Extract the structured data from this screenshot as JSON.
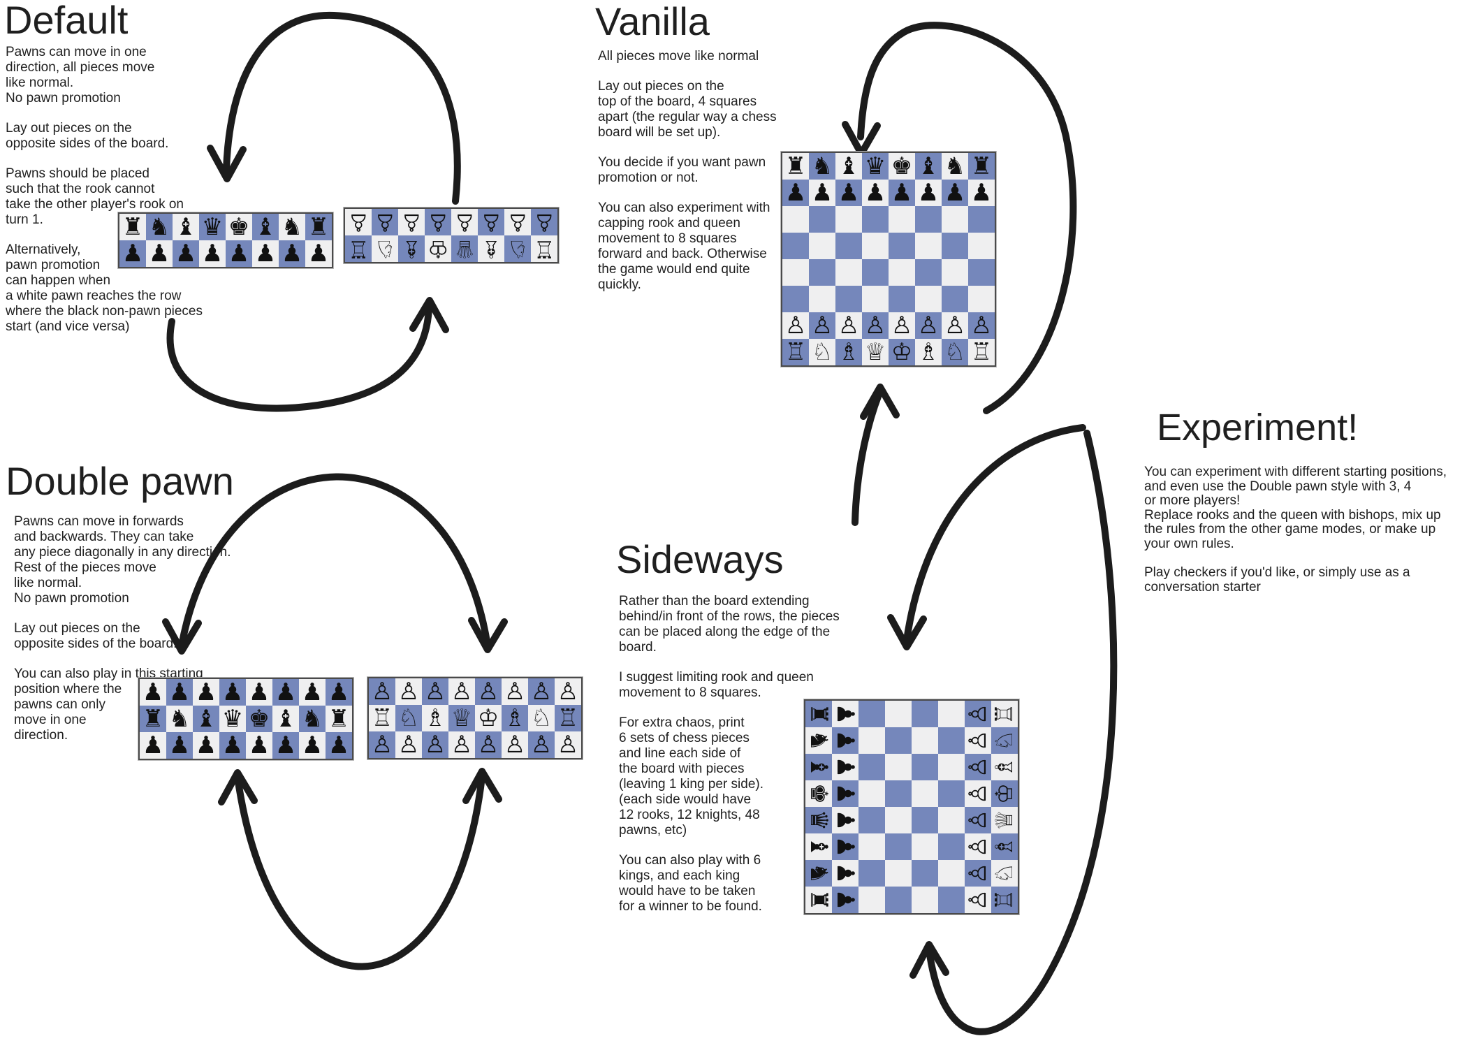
{
  "colors": {
    "background": "#ffffff",
    "text": "#1f1f1f",
    "square_light": "#efeff0",
    "square_dark": "#7587bb",
    "board_border": "#4a4a4a",
    "arrow": "#1c1c1c"
  },
  "piece_glyphs": {
    "br": "♜",
    "bn": "♞",
    "bb": "♝",
    "bq": "♛",
    "bk": "♚",
    "bp": "♟",
    "wr": "♖",
    "wn": "♘",
    "wb": "♗",
    "wq": "♕",
    "wk": "♔",
    "wp": "♙"
  },
  "sections": {
    "default": {
      "title": "Default",
      "paragraphs": [
        "Pawns can move in one\ndirection, all pieces move\nlike normal.\nNo pawn promotion",
        "Lay out pieces on the\nopposite sides of the board.",
        "Pawns should be placed\nsuch that the rook cannot\ntake the other player's rook on\nturn 1.",
        "Alternatively,\npawn promotion\ncan happen when\na white pawn reaches the row\nwhere the black non-pawn pieces\nstart (and vice versa)"
      ]
    },
    "vanilla": {
      "title": "Vanilla",
      "paragraphs": [
        "All pieces move like normal",
        "Lay out pieces on the\ntop of the board, 4 squares\napart (the regular way a chess\nboard will be set up).",
        "You decide if you want pawn\npromotion or not.",
        "You can also experiment with\ncapping rook and queen\nmovement to 8 squares\nforward and back. Otherwise\nthe game would end quite\nquickly."
      ]
    },
    "double_pawn": {
      "title": "Double pawn",
      "paragraphs": [
        "Pawns can move in forwards\nand backwards. They can take\nany piece diagonally in any direction.\nRest of the pieces move\nlike normal.\nNo pawn promotion",
        "Lay out pieces on the\nopposite sides of the board.",
        "You can also play in this starting\nposition where the\npawns can only\nmove in one\ndirection."
      ]
    },
    "sideways": {
      "title": "Sideways",
      "paragraphs": [
        "Rather than the board extending\nbehind/in front of the rows, the pieces\ncan be placed along the edge of the\nboard.",
        "I suggest limiting rook and queen\nmovement to 8 squares.",
        "For extra chaos, print\n6 sets of chess pieces\nand line each side of\nthe board with pieces\n(leaving 1 king per side).\n(each side would have\n12 rooks, 12 knights, 48\npawns, etc)",
        "You can also play with 6\nkings, and each king\nwould have to be taken\nfor a winner to be found."
      ]
    },
    "experiment": {
      "title": "Experiment!",
      "paragraphs": [
        "You can experiment with different starting positions,\nand even use the Double pawn style with 3, 4\nor more players!\nReplace rooks and the queen with bishops, mix up\nthe rules from the other game modes, or make up\nyour own rules.",
        "Play checkers if you'd like, or simply use as a\nconversation starter"
      ]
    }
  },
  "boards": {
    "default_black": {
      "first": "light",
      "rows": [
        [
          "br",
          "bn",
          "bb",
          "bq",
          "bk",
          "bb",
          "bn",
          "br"
        ],
        [
          "bp",
          "bp",
          "bp",
          "bp",
          "bp",
          "bp",
          "bp",
          "bp"
        ]
      ]
    },
    "default_white": {
      "first": "light",
      "rows": [
        [
          "wp:180",
          "wp:180",
          "wp:180",
          "wp:180",
          "wp:180",
          "wp:180",
          "wp:180",
          "wp:180"
        ],
        [
          "wr:180",
          "wn:180",
          "wb:180",
          "wk:180",
          "wq:180",
          "wb:180",
          "wn:180",
          "wr:180"
        ]
      ]
    },
    "vanilla": {
      "first": "light",
      "rows": [
        [
          "br",
          "bn",
          "bb",
          "bq",
          "bk",
          "bb",
          "bn",
          "br"
        ],
        [
          "bp",
          "bp",
          "bp",
          "bp",
          "bp",
          "bp",
          "bp",
          "bp"
        ],
        [
          "",
          "",
          "",
          "",
          "",
          "",
          "",
          ""
        ],
        [
          "",
          "",
          "",
          "",
          "",
          "",
          "",
          ""
        ],
        [
          "",
          "",
          "",
          "",
          "",
          "",
          "",
          ""
        ],
        [
          "",
          "",
          "",
          "",
          "",
          "",
          "",
          ""
        ],
        [
          "wp",
          "wp",
          "wp",
          "wp",
          "wp",
          "wp",
          "wp",
          "wp"
        ],
        [
          "wr",
          "wn",
          "wb",
          "wq",
          "wk",
          "wb",
          "wn",
          "wr"
        ]
      ]
    },
    "double_black": {
      "first": "light",
      "rows": [
        [
          "bp",
          "bp",
          "bp",
          "bp",
          "bp",
          "bp",
          "bp",
          "bp"
        ],
        [
          "br",
          "bn",
          "bb",
          "bq",
          "bk",
          "bb",
          "bn",
          "br"
        ],
        [
          "bp",
          "bp",
          "bp",
          "bp",
          "bp",
          "bp",
          "bp",
          "bp"
        ]
      ]
    },
    "double_white": {
      "first": "dark",
      "rows": [
        [
          "wp",
          "wp",
          "wp",
          "wp",
          "wp",
          "wp",
          "wp",
          "wp"
        ],
        [
          "wr",
          "wn",
          "wb",
          "wq",
          "wk",
          "wb",
          "wn",
          "wr"
        ],
        [
          "wp",
          "wp",
          "wp",
          "wp",
          "wp",
          "wp",
          "wp",
          "wp"
        ]
      ]
    },
    "sideways": {
      "first": "dark",
      "rows": [
        [
          "br:90",
          "bp:90",
          "",
          "",
          "",
          "",
          "wp:270",
          "wr:270"
        ],
        [
          "bn:90",
          "bp:90",
          "",
          "",
          "",
          "",
          "wp:270",
          "wn:270"
        ],
        [
          "bb:90",
          "bp:90",
          "",
          "",
          "",
          "",
          "wp:270",
          "wb:270"
        ],
        [
          "bk:90",
          "bp:90",
          "",
          "",
          "",
          "",
          "wp:270",
          "wk:270"
        ],
        [
          "bq:90",
          "bp:90",
          "",
          "",
          "",
          "",
          "wp:270",
          "wq:270"
        ],
        [
          "bb:90",
          "bp:90",
          "",
          "",
          "",
          "",
          "wp:270",
          "wb:270"
        ],
        [
          "bn:90",
          "bp:90",
          "",
          "",
          "",
          "",
          "wp:270",
          "wn:270"
        ],
        [
          "br:90",
          "bp:90",
          "",
          "",
          "",
          "",
          "wp:270",
          "wr:270"
        ]
      ]
    }
  }
}
